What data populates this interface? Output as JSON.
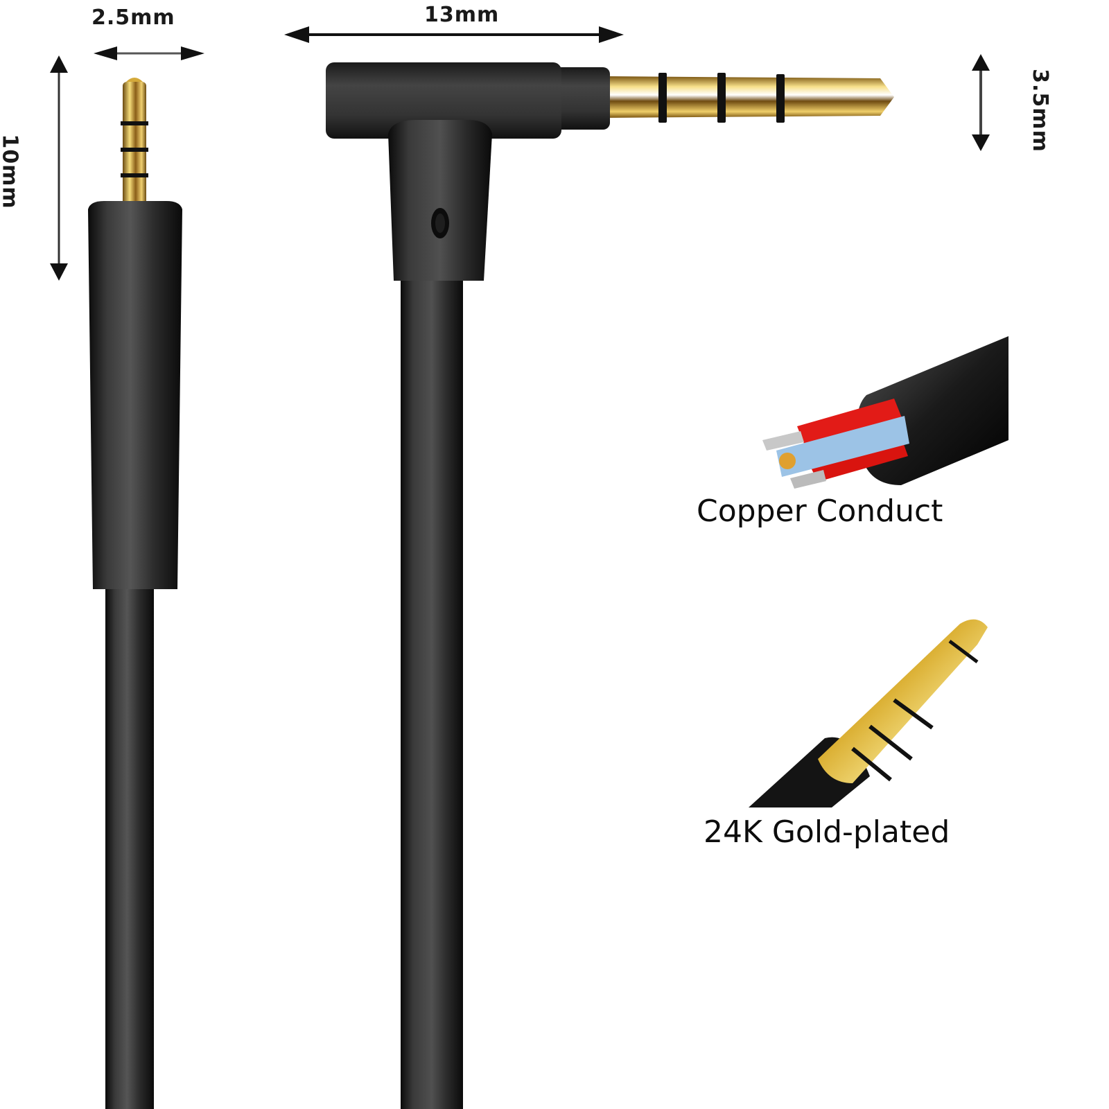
{
  "dimensions": {
    "plug_2_5_width": "2.5mm",
    "plug_2_5_length": "10mm",
    "right_angle_length": "13mm",
    "plug_3_5_width": "3.5mm"
  },
  "features": [
    {
      "label": "Copper Conduct",
      "icon": "cable-cross-section-icon"
    },
    {
      "label": "24K Gold-plated",
      "icon": "gold-plated-plug-icon"
    }
  ],
  "colors": {
    "background": "#ffffff",
    "cable_black": "#2b2b2b",
    "gold": "#d4af37",
    "wire_red": "#e0201b",
    "wire_blue": "#8fb8e0",
    "text": "#111111"
  }
}
